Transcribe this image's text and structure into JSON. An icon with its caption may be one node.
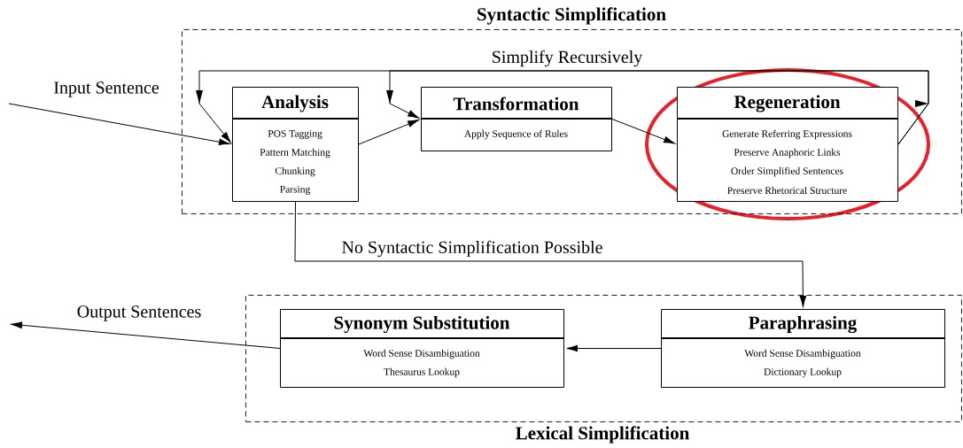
{
  "diagram": {
    "nodes": [
      {
        "text": [
          "Syntactic Simplification"
        ]
      },
      {
        "text": [
          "Analysis",
          "POS Tagging",
          "Pattern Matching",
          "Chunking",
          "Parsing"
        ],
        "in": 0
      },
      {
        "text": [
          "Transformation",
          "Apply Sequence of Rules"
        ],
        "in": 0
      },
      {
        "text": [
          "Regeneration",
          "Generate Referring Expressions",
          "Preserve Anaphoric Links",
          "Order Simplified Sentences",
          "Preserve Rhetorical Structure"
        ],
        "in": 0
      },
      {
        "text": [
          "Lexical Simplification"
        ]
      },
      {
        "text": [
          "Synonym Substitution",
          "Word Sense Disambiguation",
          "Thesaurus Lookup"
        ],
        "in": 4
      },
      {
        "text": [
          "Paraphrasing",
          "Word Sense Disambiguation",
          "Dictionary Lookup"
        ],
        "in": 4
      }
    ],
    "edges": [
      {
        "from": null,
        "to": 1,
        "arrow": "to",
        "label": "Input Sentence"
      },
      {
        "from": 1,
        "to": 2,
        "arrow": "to"
      },
      {
        "from": 2,
        "to": 3,
        "arrow": "to"
      },
      {
        "from": 3,
        "to": 1,
        "arrow": "to",
        "label": "Simplify Recursively"
      },
      {
        "from": 3,
        "to": 2,
        "arrow": "to"
      },
      {
        "from": 1,
        "to": 6,
        "arrow": "to",
        "label": "No Syntactic Simplification Possible"
      },
      {
        "from": 6,
        "to": 5,
        "arrow": "to"
      },
      {
        "from": 5,
        "to": null,
        "arrow": "to",
        "label": "Output Sentences"
      }
    ]
  }
}
